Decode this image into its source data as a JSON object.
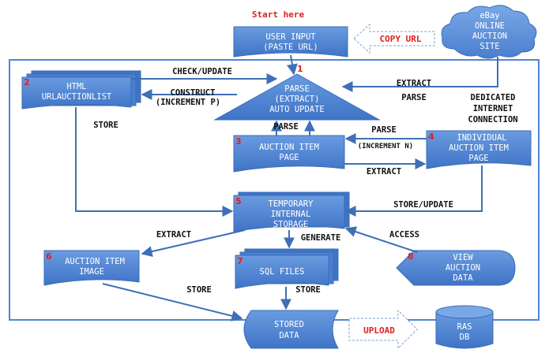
{
  "header": {
    "start_here": "Start here"
  },
  "nodes": {
    "user_input": {
      "number": "",
      "lines": [
        "USER INPUT",
        "(PASTE URL)"
      ]
    },
    "ebay": {
      "lines": [
        "eBay",
        "ONLINE",
        "AUCTION",
        "SITE"
      ]
    },
    "html_list": {
      "number": "2",
      "lines": [
        "HTML",
        "URLAUCTIONLIST"
      ]
    },
    "parse": {
      "number": "1",
      "lines": [
        "PARSE",
        "(EXTRACT)",
        "AUTO UPDATE"
      ]
    },
    "auction_page": {
      "number": "3",
      "lines": [
        "AUCTION ITEM",
        "PAGE"
      ]
    },
    "individual_page": {
      "number": "4",
      "lines": [
        "INDIVIDUAL",
        "AUCTION ITEM",
        "PAGE"
      ]
    },
    "temp_storage": {
      "number": "5",
      "lines": [
        "TEMPORARY",
        "INTERNAL",
        "STORAGE"
      ]
    },
    "item_image": {
      "number": "6",
      "lines": [
        "AUCTION ITEM",
        "IMAGE"
      ]
    },
    "sql_files": {
      "number": "7",
      "lines": [
        "SQL FILES"
      ]
    },
    "view_data": {
      "number": "8",
      "lines": [
        "VIEW",
        "AUCTION",
        "DATA"
      ]
    },
    "stored_data": {
      "lines": [
        "STORED",
        "DATA"
      ]
    },
    "ras_db": {
      "lines": [
        "RAS",
        "DB"
      ]
    }
  },
  "flows": {
    "copy_url": "COPY URL",
    "upload": "UPLOAD",
    "check_update": "CHECK/UPDATE",
    "construct": [
      "CONSTRUCT",
      "(INCREMENT P)"
    ],
    "extract_parse": [
      "EXTRACT",
      "PARSE"
    ],
    "dedicated": [
      "DEDICATED",
      "INTERNET",
      "CONNECTION"
    ],
    "store_left": "STORE",
    "parse_up": "PARSE",
    "parse_n": [
      "PARSE",
      "(INCREMENT N)"
    ],
    "extract_mid": "EXTRACT",
    "store_update": "STORE/UPDATE",
    "extract_low": "EXTRACT",
    "generate": "GENERATE",
    "access": "ACCESS",
    "store_image": "STORE",
    "store_sql": "STORE"
  },
  "colors": {
    "node_fill": "#4f86d6",
    "node_dark": "#3a6cb8",
    "arrow": "#3f6fb6",
    "red": "#e02020"
  }
}
